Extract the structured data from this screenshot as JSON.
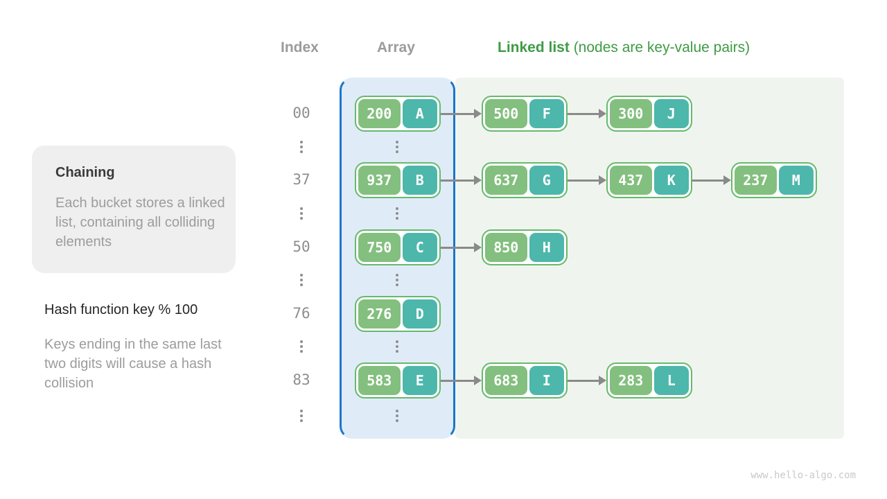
{
  "header": {
    "index_label": "Index",
    "array_label": "Array",
    "linked_list_label": "Linked list",
    "linked_list_note": " (nodes are key-value pairs)"
  },
  "sidebar": {
    "card_title": "Chaining",
    "card_body": "Each bucket stores a linked list, containing all colliding elements",
    "hash_title": "Hash function key % 100",
    "hash_desc": "Keys ending in the same last two digits will cause a hash collision"
  },
  "buckets": [
    {
      "index": "00",
      "array_node": {
        "key": "200",
        "value": "A"
      },
      "chain": [
        {
          "key": "500",
          "value": "F"
        },
        {
          "key": "300",
          "value": "J"
        }
      ]
    },
    {
      "index": "37",
      "array_node": {
        "key": "937",
        "value": "B"
      },
      "chain": [
        {
          "key": "637",
          "value": "G"
        },
        {
          "key": "437",
          "value": "K"
        },
        {
          "key": "237",
          "value": "M"
        }
      ]
    },
    {
      "index": "50",
      "array_node": {
        "key": "750",
        "value": "C"
      },
      "chain": [
        {
          "key": "850",
          "value": "H"
        }
      ]
    },
    {
      "index": "76",
      "array_node": {
        "key": "276",
        "value": "D"
      },
      "chain": []
    },
    {
      "index": "83",
      "array_node": {
        "key": "583",
        "value": "E"
      },
      "chain": [
        {
          "key": "683",
          "value": "I"
        },
        {
          "key": "283",
          "value": "L"
        }
      ]
    }
  ],
  "footer": {
    "watermark": "www.hello-algo.com"
  },
  "colors": {
    "array_border_blue": "#1b76cc",
    "array_bg_blue": "#dfecf8",
    "list_bg_green": "#eff5ee",
    "node_border_green": "#66b96d",
    "node_key_green": "#83bf7e",
    "node_value_teal": "#4db7ab",
    "header_green": "#3f9b45",
    "arrow_gray": "#8a8a8a"
  }
}
